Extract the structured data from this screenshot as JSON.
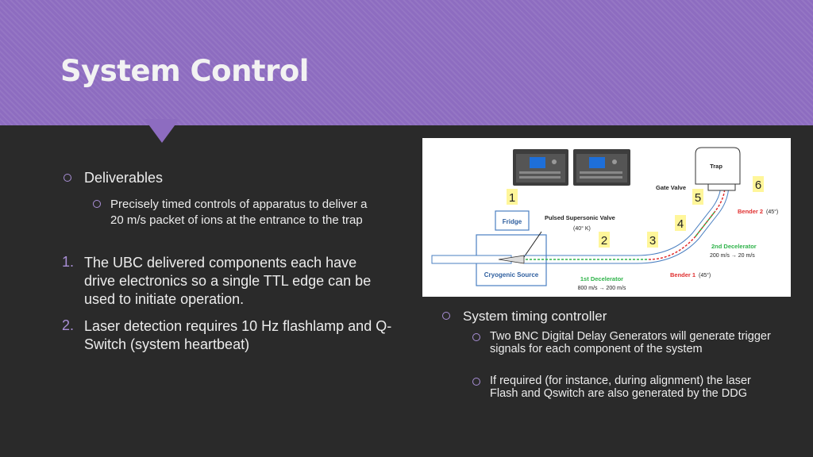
{
  "slide": {
    "title": "System Control"
  },
  "left_list": {
    "deliverables": "Deliverables",
    "deliverables_sub": "Precisely timed controls of apparatus to deliver a 20 m/s packet of ions at the entrance to the trap",
    "item1_number": "1.",
    "item1": "The UBC delivered components each have drive electronics so a single TTL edge can be used to initiate operation.",
    "item2_number": "2.",
    "item2": "Laser detection requires 10 Hz flashlamp and Q-Switch (system heartbeat)"
  },
  "right_list": {
    "timing": "System timing controller",
    "sub1": "Two BNC Digital Delay Generators will generate trigger signals for each component of the system",
    "sub2": "If required (for instance, during alignment) the laser Flash and Qswitch are also generated by the DDG"
  },
  "diagram": {
    "trap": "Trap",
    "gate_valve": "Gate Valve",
    "fridge": "Fridge",
    "source": "Cryogenic Source",
    "pulsed_valve": "Pulsed Supersonic Valve",
    "pulsed_valve_temp": "(40° K)",
    "decel1": "1st Decelerator",
    "decel1_speed": "800 m/s → 200 m/s",
    "decel2": "2nd Decelerator",
    "decel2_speed": "200 m/s → 20 m/s",
    "bender1": "Bender 1",
    "bender1_angle": "(45°)",
    "bender2": "Bender 2",
    "bender2_angle": "(45°)",
    "markers": [
      "1",
      "2",
      "3",
      "4",
      "5",
      "6"
    ],
    "colors": {
      "green": "#2fb34a",
      "red": "#e03030",
      "blue": "#4a7fc1",
      "marker_bg": "#fff69a"
    }
  }
}
